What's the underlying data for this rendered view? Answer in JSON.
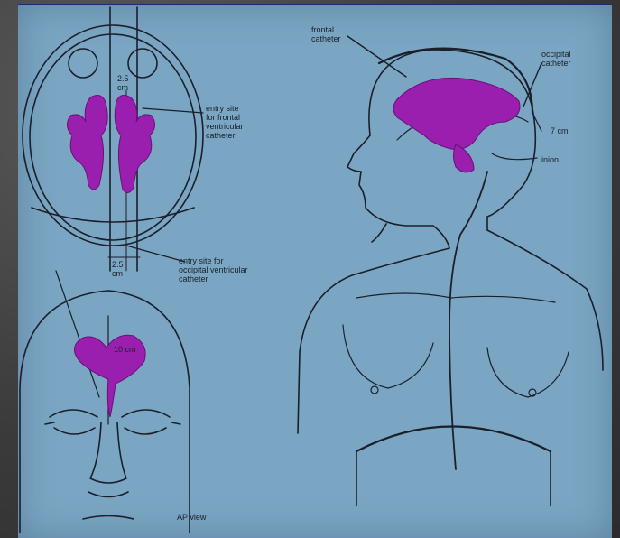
{
  "labels": {
    "measure_top": "2.5\ncm",
    "entry_frontal": "entry site\nfor frontal\nventricular\ncatheter",
    "measure_bottom": "2.5\ncm",
    "entry_occipital": "entry site for\noccipital ventricular\ncatheter",
    "measure_front": "10 cm",
    "ap_view": "AP view",
    "frontal_catheter": "frontal\ncatheter",
    "occipital_catheter": "occipital\ncatheter",
    "seven_cm": "7 cm",
    "inion": "inion"
  },
  "colors": {
    "background": "#7aa6c3",
    "ventricle": "#9b1fae",
    "ink": "#1a1f2a"
  }
}
